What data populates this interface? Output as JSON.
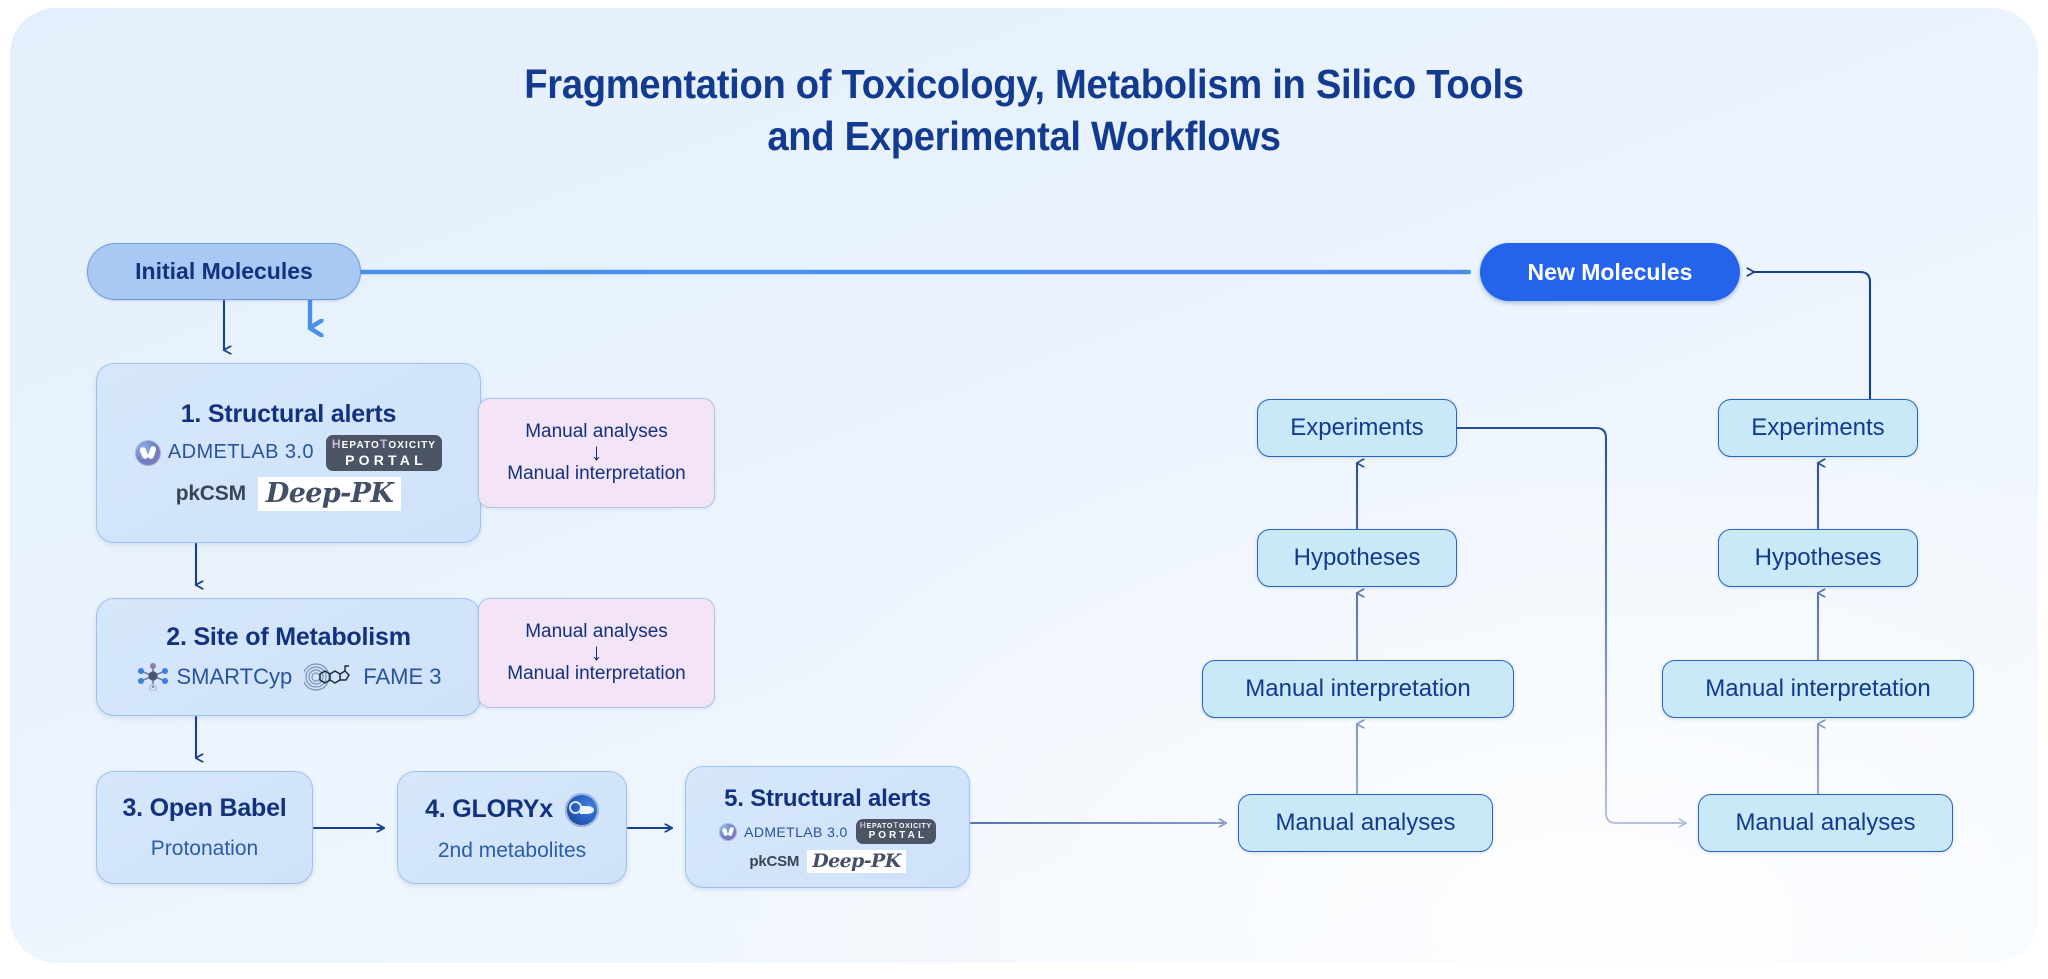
{
  "title": {
    "line1": "Fragmentation of Toxicology, Metabolism in Silico Tools",
    "line2": "and Experimental Workflows"
  },
  "colors": {
    "title_navy": "#123a8f",
    "start_pill": "#a7c9f3",
    "end_pill": "#2563eb",
    "stage_fill": "#d6e7fb",
    "manual_fill": "#f3e4f8",
    "cyan_fill": "#c9e9f9",
    "arrow_dark": "#17408f",
    "arrow_bright": "#4a90e8",
    "canvas_bg": "#e8f2fd"
  },
  "nodes": {
    "initial_molecules": "Initial Molecules",
    "new_molecules": "New Molecules",
    "stage1": {
      "heading": "1. Structural alerts",
      "tools": [
        {
          "icon": "admetlab-icon",
          "label": "ADMETLAB 3.0"
        },
        {
          "icon": "hepatotoxicity-portal-icon",
          "label_top": "HEPATOTOXICITY",
          "label_bottom": "PORTAL"
        },
        {
          "icon": "pkcsm-wordmark",
          "label": "pkCSM"
        },
        {
          "icon": "deep-pk-wordmark",
          "label": "Deep-PK"
        }
      ]
    },
    "stage2": {
      "heading": "2. Site of Metabolism",
      "tools": [
        {
          "icon": "smartcyp-icon",
          "label": "SMARTCyp"
        },
        {
          "icon": "fame3-icon",
          "label": "FAME 3"
        }
      ]
    },
    "stage3": {
      "heading": "3. Open Babel",
      "sub": "Protonation"
    },
    "stage4": {
      "heading": "4. GLORYx",
      "sub": "2nd metabolites",
      "icon": "gloryx-icon"
    },
    "stage5": {
      "heading": "5. Structural alerts",
      "tools": [
        {
          "icon": "admetlab-icon",
          "label": "ADMETLAB 3.0"
        },
        {
          "icon": "hepatotoxicity-portal-icon",
          "label_top": "HEPATOTOXICITY",
          "label_bottom": "PORTAL"
        },
        {
          "icon": "pkcsm-wordmark",
          "label": "pkCSM"
        },
        {
          "icon": "deep-pk-wordmark",
          "label": "Deep-PK"
        }
      ]
    },
    "manual_note_1": {
      "line1": "Manual analyses",
      "arrow": "↓",
      "line2": "Manual interpretation"
    },
    "manual_note_2": {
      "line1": "Manual analyses",
      "arrow": "↓",
      "line2": "Manual interpretation"
    },
    "experiment_chain_a": {
      "experiments": "Experiments",
      "hypotheses": "Hypotheses",
      "manual_interpretation": "Manual interpretation",
      "manual_analyses": "Manual analyses"
    },
    "experiment_chain_b": {
      "experiments": "Experiments",
      "hypotheses": "Hypotheses",
      "manual_interpretation": "Manual interpretation",
      "manual_analyses": "Manual analyses"
    }
  }
}
